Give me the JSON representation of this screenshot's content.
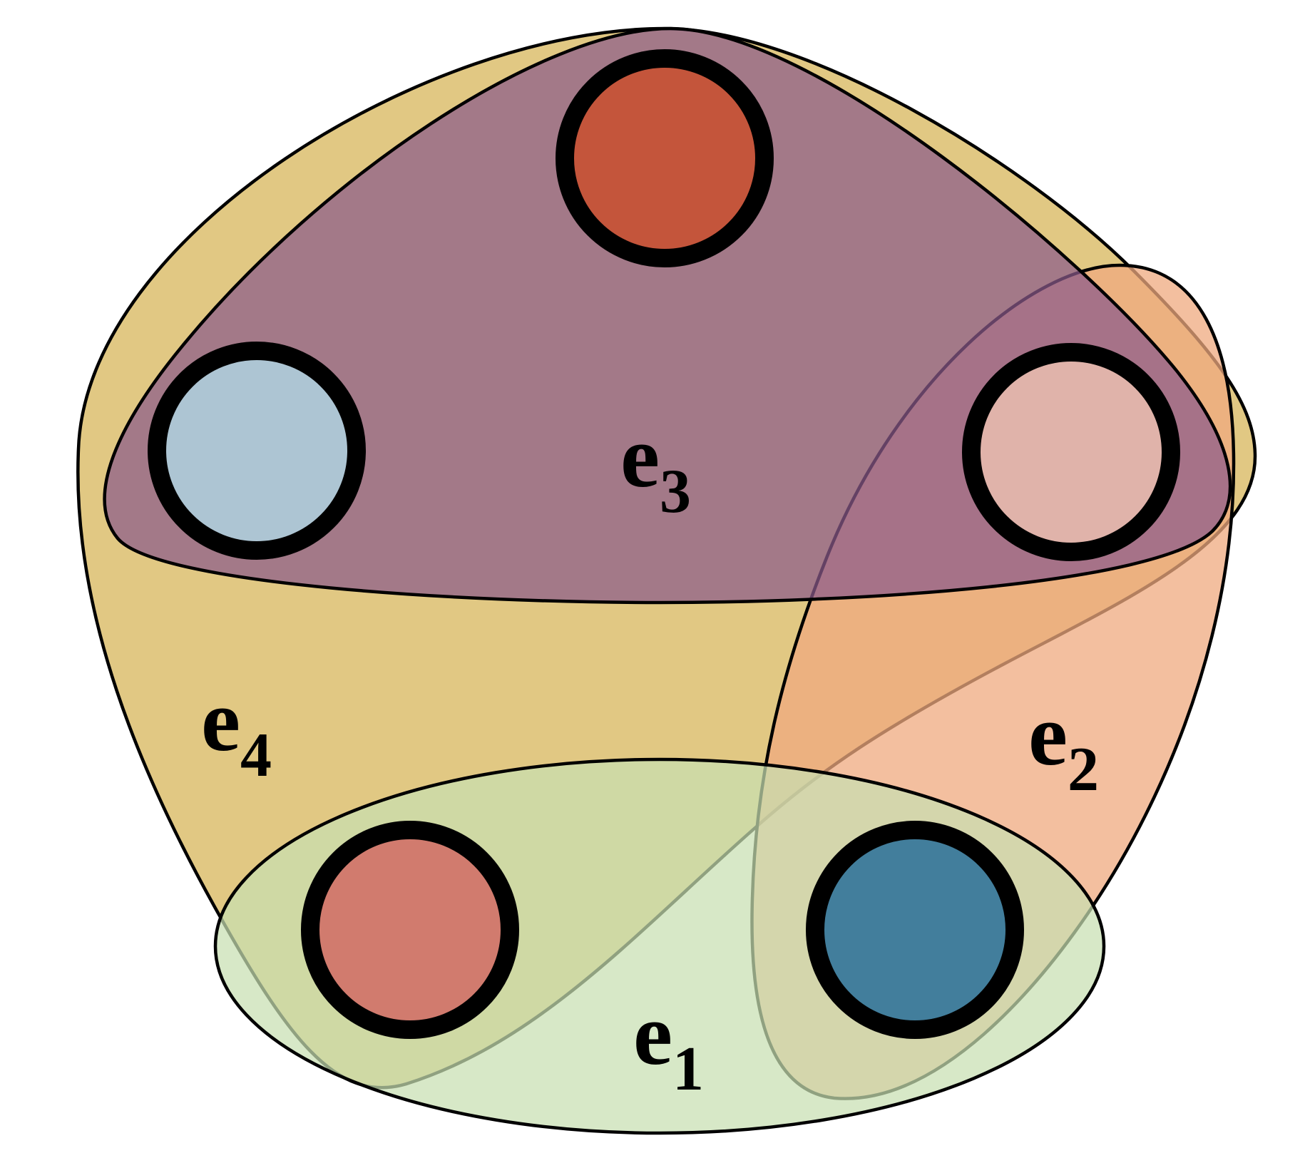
{
  "diagram": {
    "type": "hypergraph",
    "vertices": [
      {
        "id": "v-top",
        "color": "#C4553B"
      },
      {
        "id": "v-left",
        "color": "#ADC5D3"
      },
      {
        "id": "v-right",
        "color": "#E0B3AA"
      },
      {
        "id": "v-bottom-left",
        "color": "#D17B6E"
      },
      {
        "id": "v-bottom-right",
        "color": "#427E9C"
      }
    ],
    "hyperedges": [
      {
        "id": "e1",
        "label": "e",
        "index": "1",
        "color": "#C7DFB2",
        "members": [
          "v-bottom-left",
          "v-bottom-right"
        ]
      },
      {
        "id": "e2",
        "label": "e",
        "index": "2",
        "color": "#EFA97F",
        "members": [
          "v-right",
          "v-bottom-right"
        ]
      },
      {
        "id": "e3",
        "label": "e",
        "index": "3",
        "color": "#8A5A8A",
        "members": [
          "v-top",
          "v-left",
          "v-right"
        ]
      },
      {
        "id": "e4",
        "label": "e",
        "index": "4",
        "color": "#D9B860",
        "members": [
          "v-top",
          "v-left",
          "v-right",
          "v-bottom-left"
        ]
      }
    ]
  }
}
